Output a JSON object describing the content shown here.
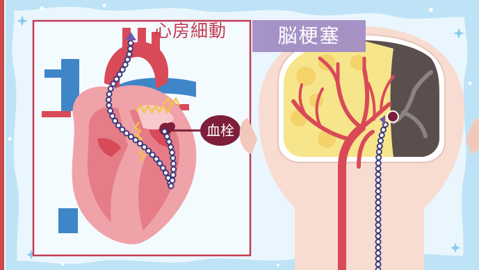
{
  "labels": {
    "atrial_fibrillation": "心房細動",
    "cerebral_infarction": "脳梗塞",
    "blood_clot": "血栓"
  },
  "colors": {
    "background": "#e9f6fd",
    "frame_border": "#c23b54",
    "heart_pink": "#f0a2a9",
    "vessel_red": "#d94a58",
    "vein_blue": "#3f86c9",
    "brain_yellow": "#f7e58c",
    "infarct_dark": "#5b4f4d",
    "clot": "#7d1f3a",
    "label_band": "#a28dc4",
    "head_skin": "#f8dcd2"
  },
  "icons": [
    "sparkle-icon",
    "clot-marker-icon",
    "arrowhead-icon"
  ]
}
